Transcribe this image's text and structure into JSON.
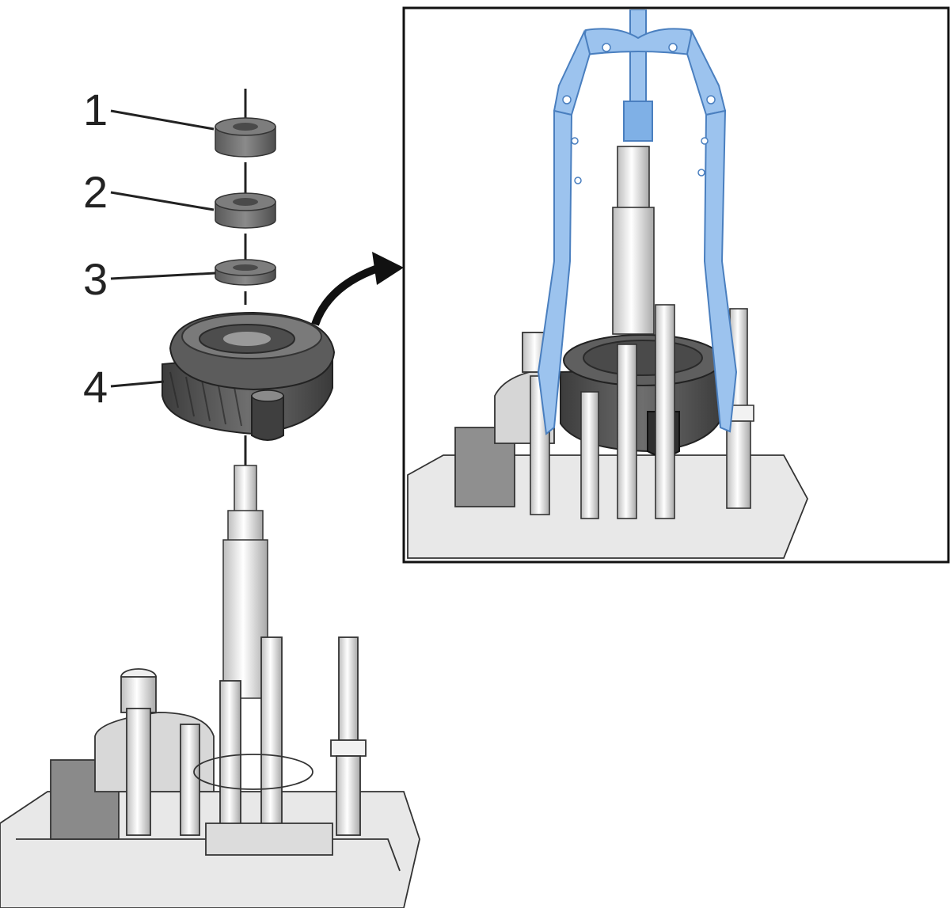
{
  "callouts": [
    {
      "label": "1",
      "part": "spacer-ring-1"
    },
    {
      "label": "2",
      "part": "spacer-ring-2"
    },
    {
      "label": "3",
      "part": "thrust-washer"
    },
    {
      "label": "4",
      "part": "differential-gear-assembly"
    }
  ],
  "colors": {
    "puller_tool": "#9cc3ee",
    "puller_tool_dark": "#5f95d4",
    "part_dark": "#4a4a4a",
    "part_mid": "#707070",
    "housing_light": "#e4e4e4",
    "outline": "#2a2a2a",
    "inset_border": "#111111"
  },
  "inset": {
    "name": "gear-puller-detail",
    "has_arrow": true
  }
}
